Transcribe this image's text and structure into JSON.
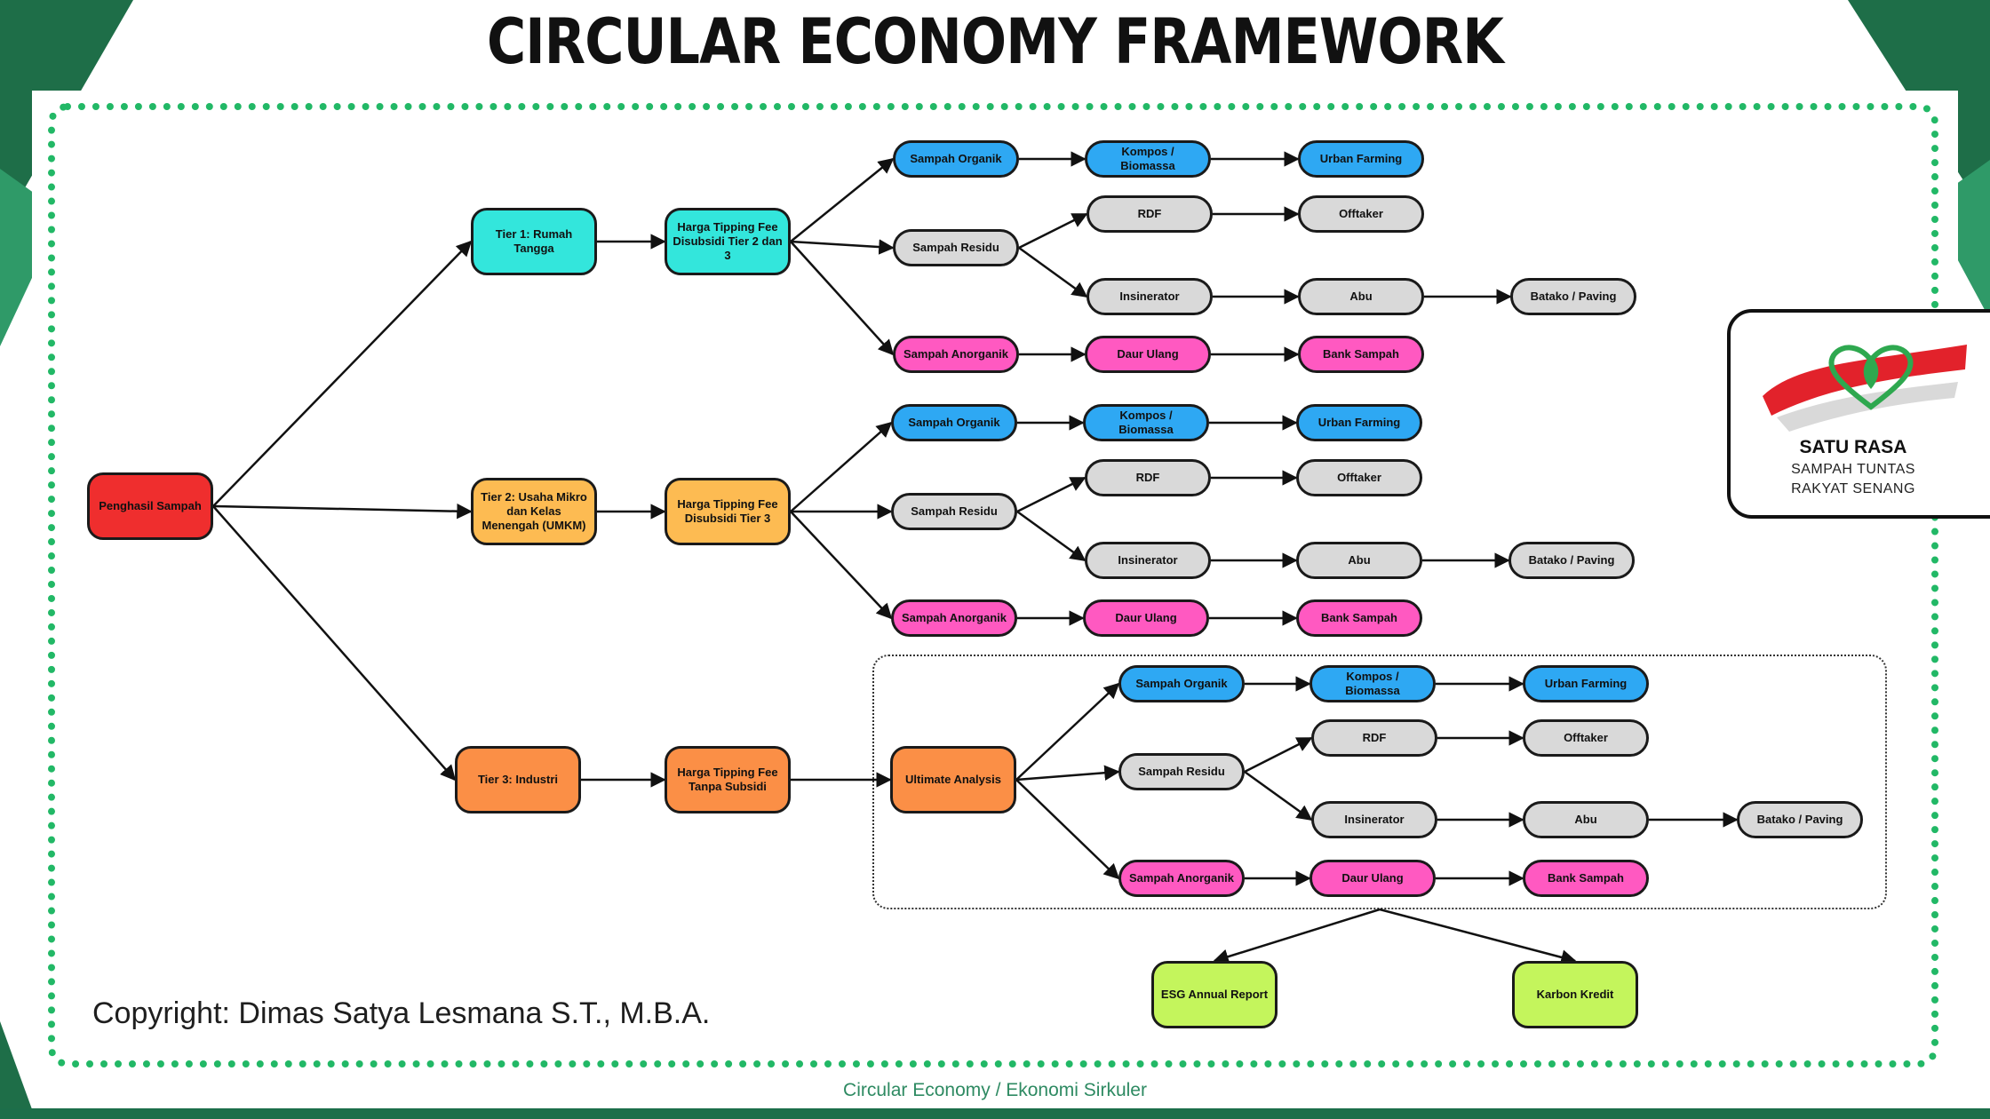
{
  "title": "CIRCULAR ECONOMY FRAMEWORK",
  "colors": {
    "source": "#ef2e2e",
    "tier1": "#33e6dc",
    "tier2": "#fdbb52",
    "tier3": "#fb8f46",
    "organik": "#2ea8f3",
    "residu": "#d9d9d9",
    "anorganik": "#ff59c1",
    "outcome": "#c4f55c",
    "frame": "#22b866"
  },
  "diagram": {
    "source": "Penghasil Sampah",
    "tiers": [
      {
        "tier": "Tier 1: Rumah Tangga",
        "fee": "Harga Tipping Fee Disubsidi Tier 2 dan 3",
        "organik": "Sampah Organik",
        "kompos": "Kompos / Biomassa",
        "urban": "Urban Farming",
        "residu": "Sampah Residu",
        "rdf": "RDF",
        "offtaker": "Offtaker",
        "insinerator": "Insinerator",
        "abu": "Abu",
        "batako": "Batako / Paving",
        "anorganik": "Sampah Anorganik",
        "daur": "Daur Ulang",
        "bank": "Bank Sampah"
      },
      {
        "tier": "Tier 2: Usaha Mikro dan Kelas Menengah (UMKM)",
        "fee": "Harga Tipping Fee Disubsidi Tier 3",
        "organik": "Sampah Organik",
        "kompos": "Kompos / Biomassa",
        "urban": "Urban Farming",
        "residu": "Sampah Residu",
        "rdf": "RDF",
        "offtaker": "Offtaker",
        "insinerator": "Insinerator",
        "abu": "Abu",
        "batako": "Batako / Paving",
        "anorganik": "Sampah Anorganik",
        "daur": "Daur Ulang",
        "bank": "Bank Sampah"
      },
      {
        "tier": "Tier 3: Industri",
        "fee": "Harga Tipping Fee Tanpa Subsidi",
        "analysis": "Ultimate Analysis",
        "organik": "Sampah Organik",
        "kompos": "Kompos / Biomassa",
        "urban": "Urban Farming",
        "residu": "Sampah Residu",
        "rdf": "RDF",
        "offtaker": "Offtaker",
        "insinerator": "Insinerator",
        "abu": "Abu",
        "batako": "Batako / Paving",
        "anorganik": "Sampah Anorganik",
        "daur": "Daur Ulang",
        "bank": "Bank Sampah"
      }
    ],
    "outcomes": [
      "ESG Annual Report",
      "Karbon Kredit"
    ]
  },
  "logo": {
    "name": "SATU RASA",
    "tagline_1": "SAMPAH TUNTAS",
    "tagline_2": "RAKYAT SENANG",
    "icon": "heart-leaf-icon"
  },
  "copyright": "Copyright: Dimas Satya Lesmana S.T., M.B.A.",
  "footer": "Circular Economy / Ekonomi Sirkuler"
}
